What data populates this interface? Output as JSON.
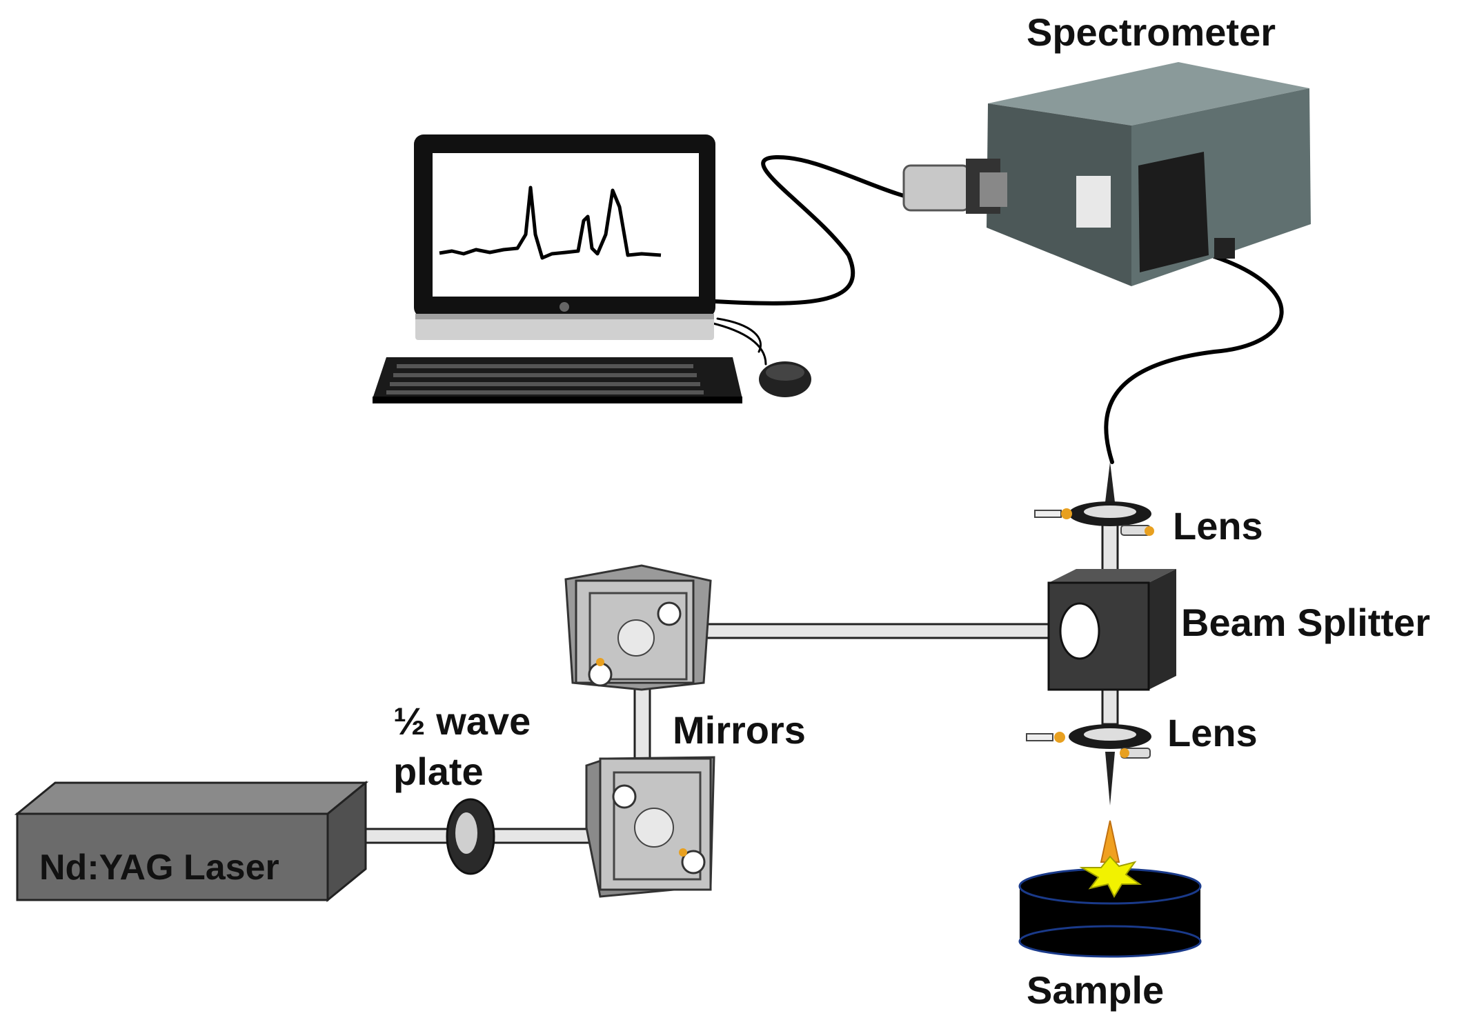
{
  "labels": {
    "spectrometer": "Spectrometer",
    "lens_top": "Lens",
    "beam_splitter": "Beam Splitter",
    "lens_bottom": "Lens",
    "mirrors": "Mirrors",
    "wave_plate_line1": "½ wave",
    "wave_plate_line2": "plate",
    "laser": "Nd:YAG Laser",
    "sample": "Sample"
  },
  "colors": {
    "beam": "#e6e6e6",
    "laser_body": "#6b6b6b",
    "mirror_body": "#b8b8b8",
    "beam_splitter": "#3a3a3a",
    "sample": "#000000",
    "spark": "#f2f200",
    "plume": "#f0a020",
    "spectrometer_body": "#5f6e6e",
    "cable": "#000000"
  }
}
